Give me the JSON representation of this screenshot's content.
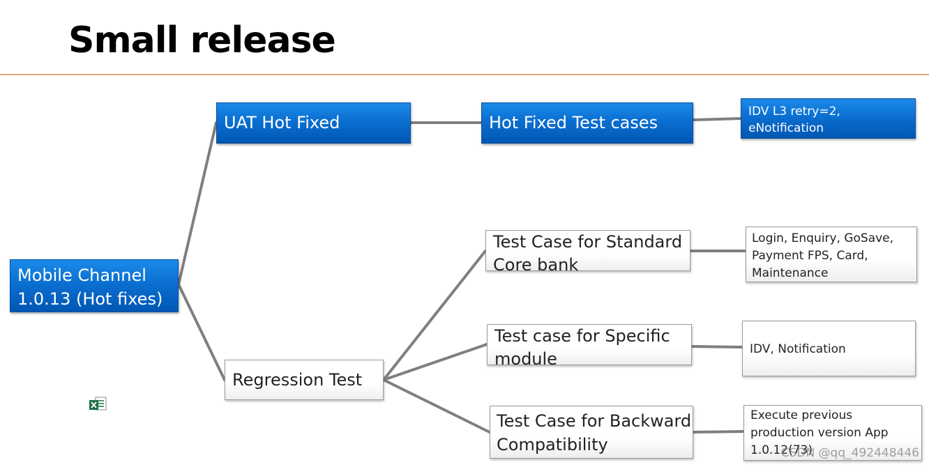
{
  "title": "Small release",
  "nodes": {
    "root": "Mobile Channel\n1.0.13 (Hot fixes)",
    "uat": "UAT Hot Fixed",
    "hotfix_cases": "Hot Fixed Test cases",
    "hotfix_detail": "IDV L3 retry=2,\neNotification",
    "regression": "Regression Test",
    "standard": "Test Case for Standard\nCore bank",
    "standard_detail": "Login, Enquiry, GoSave,\nPayment FPS, Card,\nMaintenance",
    "specific": "Test case for Specific\nmodule",
    "specific_detail": "IDV, Notification",
    "backward": "Test Case for Backward\nCompatibility",
    "backward_detail": "Execute previous\nproduction version App\n1.0.12(73)"
  },
  "watermark": "CSDN @qq_492448446",
  "colors": {
    "blue": "#0b6fd1",
    "connector": "#7f7f7f",
    "rule": "#e8a36a"
  },
  "icons": {
    "file": "excel-file-icon"
  }
}
